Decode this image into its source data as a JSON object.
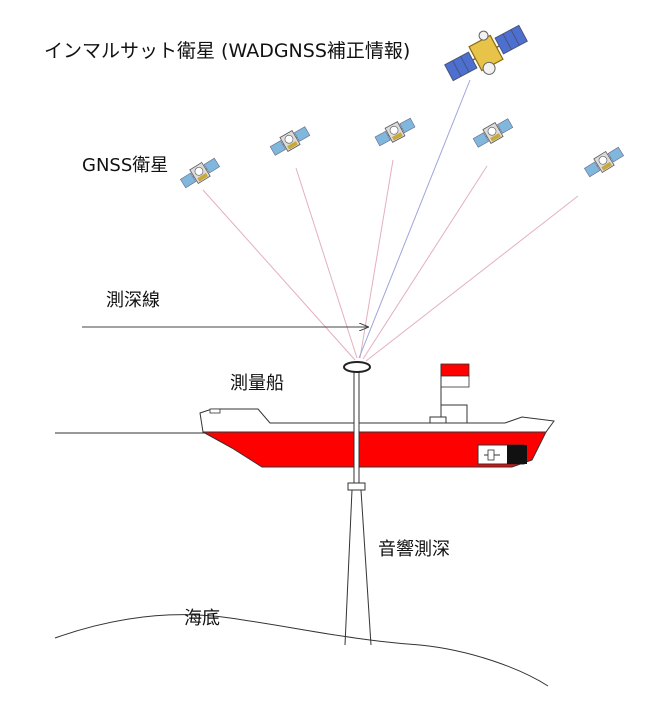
{
  "labels": {
    "inmarsat": "インマルサット衛星 (WADGNSS補正情報)",
    "gnss": "GNSS衛星",
    "survey_line": "測深線",
    "survey_ship": "測量船",
    "echo_sounding": "音響測深",
    "seabed": "海底"
  },
  "colors": {
    "hull_red": "#ff0000",
    "signal_line": "#e3b0bd",
    "correction_line": "#9fa6da",
    "outline": "#222222"
  },
  "icons": [
    "satellite-icon"
  ]
}
